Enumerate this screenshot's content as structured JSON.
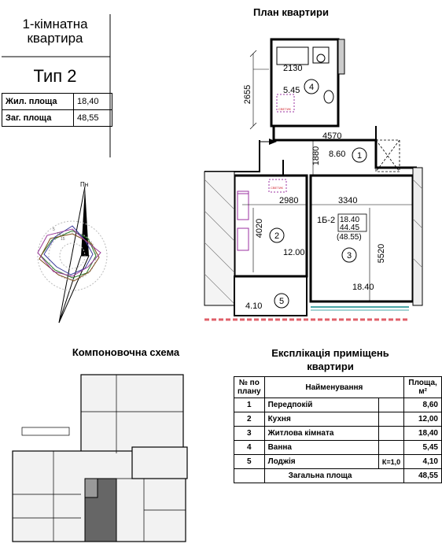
{
  "header": {
    "apartment_title_line1": "1-кімнатна",
    "apartment_title_line2": "квартира",
    "type_label": "Тип 2",
    "plan_title": "План квартири"
  },
  "areas": [
    {
      "label": "Жил. площа",
      "value": "18,40"
    },
    {
      "label": "Заг. площа",
      "value": "48,55"
    }
  ],
  "compass": {
    "north_label": "Пн",
    "ring_labels": [
      "5",
      "10",
      "15"
    ]
  },
  "plan": {
    "dimensions": [
      "2655",
      "2130",
      "4570",
      "1880",
      "2980",
      "3340",
      "4020",
      "5520"
    ],
    "rooms": [
      {
        "number": "1",
        "area": "8.60"
      },
      {
        "number": "2",
        "area": "12.00"
      },
      {
        "number": "3",
        "area": "18.40"
      },
      {
        "number": "4",
        "area": "5.45"
      },
      {
        "number": "5",
        "area": "4.10"
      }
    ],
    "unit_code": "1Б-2",
    "unit_areas": [
      "18.40",
      "44.45",
      "(48.55)"
    ],
    "meter_label": "СВЕТИК"
  },
  "layout_title": "Компоновочна схема",
  "explication": {
    "title_line1": "Експлікація приміщень",
    "title_line2": "квартири",
    "col_num": "№ по плану",
    "col_name": "Найменування",
    "col_area": "Площа, м²",
    "rows": [
      {
        "num": "1",
        "name": "Передпокій",
        "coef": "",
        "area": "8,60"
      },
      {
        "num": "2",
        "name": "Кухня",
        "coef": "",
        "area": "12,00"
      },
      {
        "num": "3",
        "name": "Житлова кімната",
        "coef": "",
        "area": "18,40"
      },
      {
        "num": "4",
        "name": "Ванна",
        "coef": "",
        "area": "5,45"
      },
      {
        "num": "5",
        "name": "Лоджія",
        "coef": "К=1,0",
        "area": "4,10"
      }
    ],
    "total_label": "Загальна площа",
    "total_value": "48,55"
  },
  "colors": {
    "line": "#000000",
    "fixture": "#9b30a0",
    "meter": "#d0202a",
    "balcony": "#e0606a",
    "window": "#4aa6a6",
    "highlight": "#555555"
  }
}
